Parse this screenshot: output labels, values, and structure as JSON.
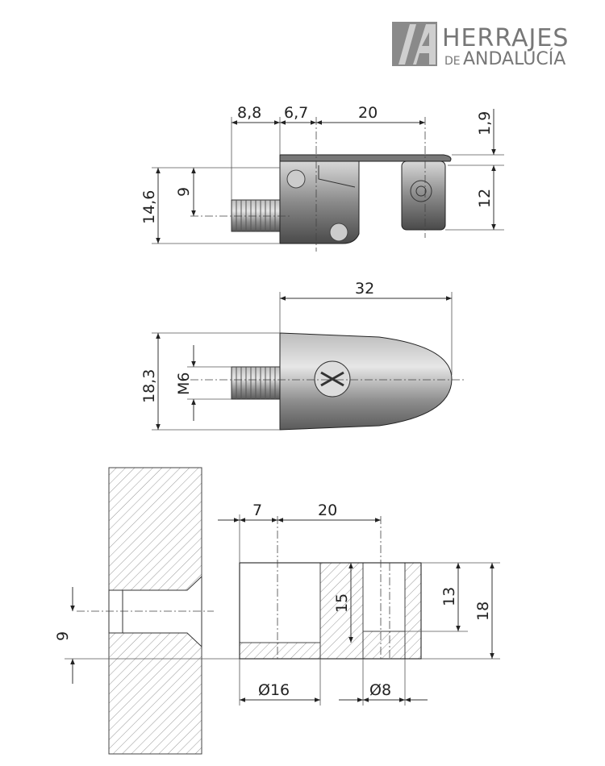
{
  "logo": {
    "line1": "HERRAJES",
    "line2_prefix": "DE",
    "line2": "ANDALUCÍA"
  },
  "side_view": {
    "dims": {
      "a": "8,8",
      "b": "6,7",
      "c": "20",
      "plate": "1,9",
      "cyl_height": "12",
      "total_height": "14,6",
      "axis_height": "9"
    }
  },
  "top_view": {
    "dims": {
      "length": "32",
      "width": "18,3",
      "thread": "M6"
    }
  },
  "section_view": {
    "dims": {
      "a": "7",
      "b": "20",
      "depth15": "15",
      "depth13": "13",
      "depth18": "18",
      "axis": "9",
      "d16": "Ø16",
      "d8": "Ø8"
    }
  }
}
